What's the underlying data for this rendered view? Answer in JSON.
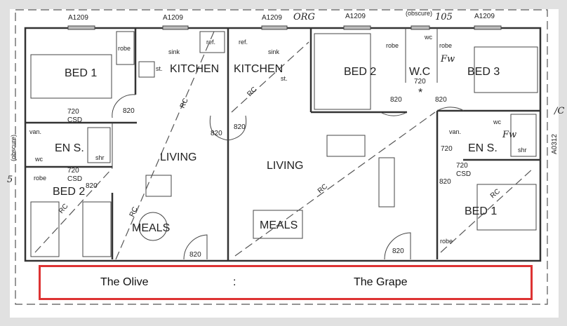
{
  "plan": {
    "window_labels": [
      "A1209",
      "A1209",
      "A1209",
      "A1209",
      "A1209"
    ],
    "obscure_top": "(obscure)",
    "obscure_left": "(obscure)",
    "window_side": "A0312",
    "handwritten": {
      "org": "ORG",
      "n105": "105",
      "left": "5",
      "right": "/C",
      "fw1": "Fw",
      "fw2": "Fw"
    },
    "olive": {
      "bed1": "BED 1",
      "kitchen": "KITCHEN",
      "living": "LIVING",
      "ens": "EN S.",
      "bed2": "BED 2",
      "meals": "MEALS",
      "robe1": "robe",
      "robe2": "robe",
      "sink": "sink",
      "ref": "ref.",
      "st": "st.",
      "d720a": "720",
      "csd_a": "CSD",
      "d720b": "720",
      "csd_b": "CSD",
      "d820a": "820",
      "d820b": "820",
      "d820c": "820",
      "d820d": "820",
      "van": "van.",
      "wc": "wc",
      "shr": "shr",
      "rc1": "RC",
      "rc2": "RC",
      "rc3": "RC"
    },
    "grape": {
      "kitchen": "KITCHEN",
      "bed2": "BED 2",
      "wc_room": "W.C",
      "bed3": "BED 3",
      "living": "LIVING",
      "meals": "MEALS",
      "ens": "EN S.",
      "bed1": "BED 1",
      "ref": "ref.",
      "sink": "sink",
      "st": "st.",
      "robe1": "robe",
      "robe2": "robe",
      "robe3": "robe",
      "wc1": "wc",
      "wc2": "wc",
      "d720a": "720",
      "star": "*",
      "d820a": "820",
      "d820b": "820",
      "d820c": "820",
      "d820d": "820",
      "d820e": "820",
      "van": "van.",
      "shr": "shr",
      "d720b": "720",
      "d720c": "720",
      "csd": "CSD",
      "rc1": "RC",
      "rc2": "RC",
      "rc3": "RC"
    }
  },
  "banner": {
    "left": "The Olive",
    "separator": ":",
    "right": "The Grape",
    "border_color": "#dd3333"
  }
}
